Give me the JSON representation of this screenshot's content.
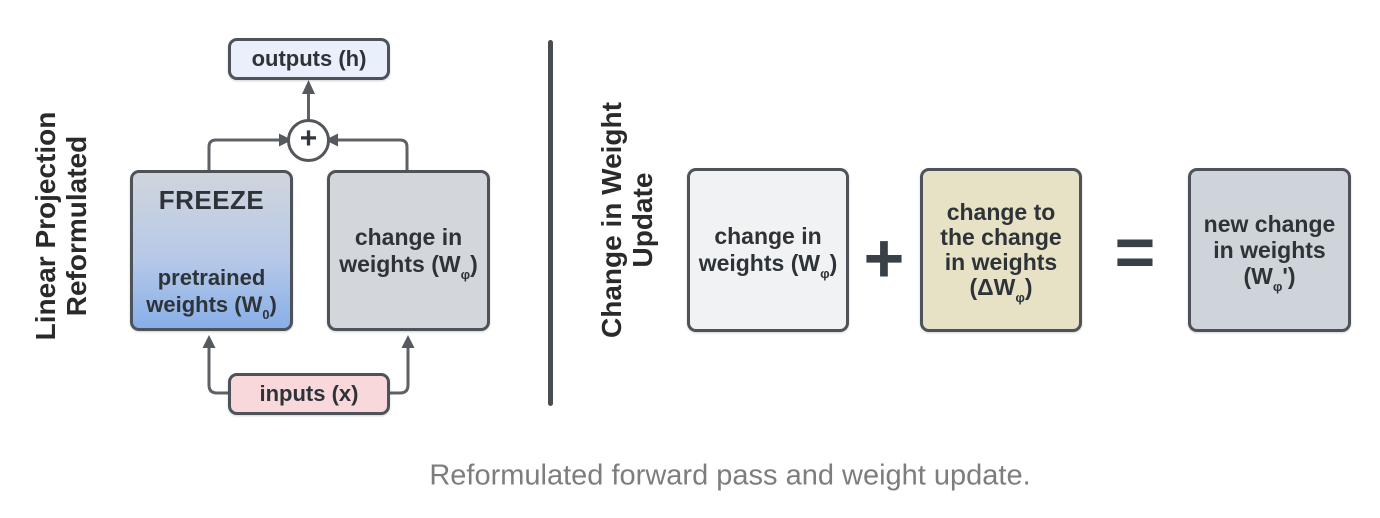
{
  "colors": {
    "background": "#ffffff",
    "box_border": "#4e5359",
    "connector_gray": "#5e6266",
    "divider_gray": "#4a4e52",
    "text_dark": "#2e3338",
    "label_dark": "#2a2a2a",
    "caption_gray": "#7d7d7d",
    "outputs_box_fill": "#e9effb",
    "freeze_box_gradient_top": "#d0d5dc",
    "freeze_box_gradient_bottom": "#88afe9",
    "change_box_fill": "#d3d7dc",
    "inputs_box_fill": "#f8d8da",
    "box_a_fill": "#f1f2f4",
    "box_b_fill": "#e7e1c6",
    "box_c_fill": "#cfd4da"
  },
  "left_panel": {
    "label": {
      "line1": "Linear Projection",
      "line2": "Reformulated"
    },
    "outputs_box": {
      "label": "outputs (h)"
    },
    "sum_node": {
      "symbol": "+"
    },
    "freeze_box": {
      "title": "FREEZE",
      "line1": "pretrained",
      "line2_prefix": "weights (W",
      "line2_sub": "0",
      "line2_suffix": ")"
    },
    "change_box": {
      "line1": "change in",
      "line2_prefix": "weights (W",
      "line2_sub": "φ",
      "line2_suffix": ")"
    },
    "inputs_box": {
      "label": "inputs (x)"
    }
  },
  "right_panel": {
    "label": {
      "line1": "Change in Weight",
      "line2": "Update"
    },
    "box_a": {
      "line1": "change in",
      "line2_prefix": "weights (W",
      "line2_sub": "φ",
      "line2_suffix": ")"
    },
    "plus_symbol": "+",
    "box_b": {
      "line1": "change to",
      "line2": "the change",
      "line3": "in weights",
      "line4_prefix": "(ΔW",
      "line4_sub": "φ",
      "line4_suffix": ")"
    },
    "equals_symbol": "=",
    "box_c": {
      "line1": "new change",
      "line2": "in weights",
      "line3_prefix": "(W",
      "line3_sub": "φ",
      "line3_suffix": "')"
    }
  },
  "caption": "Reformulated forward pass and weight update."
}
